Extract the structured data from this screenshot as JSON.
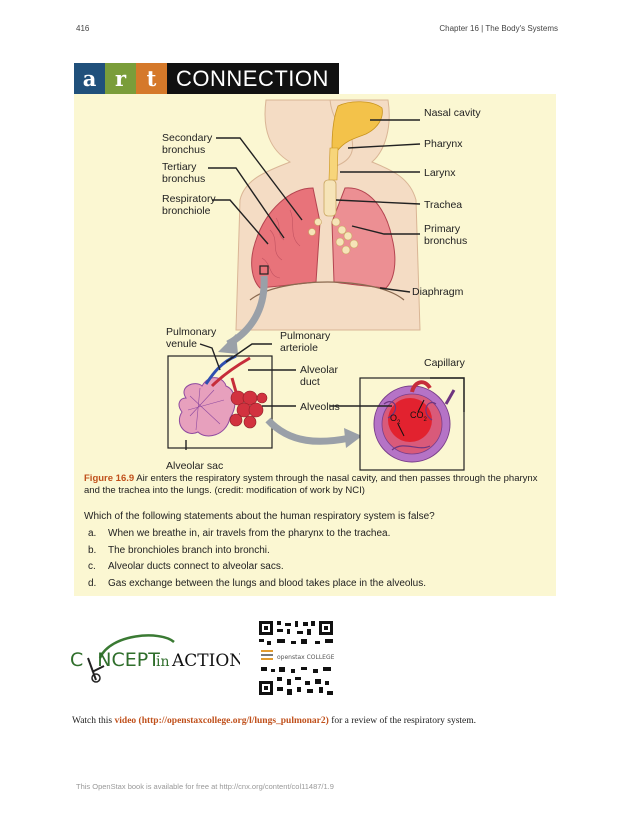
{
  "header": {
    "page_number": "416",
    "chapter": "Chapter 16 | The Body's Systems"
  },
  "banner": {
    "letters": [
      "a",
      "r",
      "t"
    ],
    "word": "CONNECTION"
  },
  "figure": {
    "labels": {
      "nasal_cavity": "Nasal cavity",
      "pharynx": "Pharynx",
      "larynx": "Larynx",
      "trachea": "Trachea",
      "primary_bronchus": "Primary bronchus",
      "diaphragm": "Diaphragm",
      "secondary_bronchus": "Secondary bronchus",
      "tertiary_bronchus": "Tertiary bronchus",
      "respiratory_bronchiole": "Respiratory bronchiole",
      "pulmonary_venule": "Pulmonary venule",
      "pulmonary_arteriole": "Pulmonary arteriole",
      "alveolar_duct": "Alveolar duct",
      "alveolus": "Alveolus",
      "alveolar_sac": "Alveolar sac",
      "capillary": "Capillary",
      "o2": "O",
      "co2": "CO",
      "sub2": "2"
    },
    "caption_label": "Figure 16.9",
    "caption_text": "Air enters the respiratory system through the nasal cavity, and then passes through the pharynx and the trachea into the lungs. (credit: modification of work by NCI)"
  },
  "question": {
    "text": "Which of the following statements about the human respiratory system is false?",
    "options": [
      {
        "letter": "a.",
        "text": "When we breathe in, air travels from the pharynx to the trachea."
      },
      {
        "letter": "b.",
        "text": "The bronchioles branch into bronchi."
      },
      {
        "letter": "c.",
        "text": "Alveolar ducts connect to alveolar sacs."
      },
      {
        "letter": "d.",
        "text": "Gas exchange between the lungs and blood takes place in the alveolus."
      }
    ]
  },
  "concept": {
    "c_word": "C",
    "o_word": "NCEPT",
    "in": "in",
    "action": "ACTION",
    "qr_caption": "openstax COLLEGE"
  },
  "watch": {
    "prefix": "Watch this",
    "link": "video (http://openstaxcollege.org/l/lungs_pulmonar2)",
    "suffix": "for a review of the respiratory system."
  },
  "footer": "This OpenStax book is available for free at http://cnx.org/content/col11487/1.9",
  "colors": {
    "accent": "#c0501b",
    "panel": "#fbf7d2",
    "lung": "#e8737a",
    "airway": "#f3c24a"
  }
}
